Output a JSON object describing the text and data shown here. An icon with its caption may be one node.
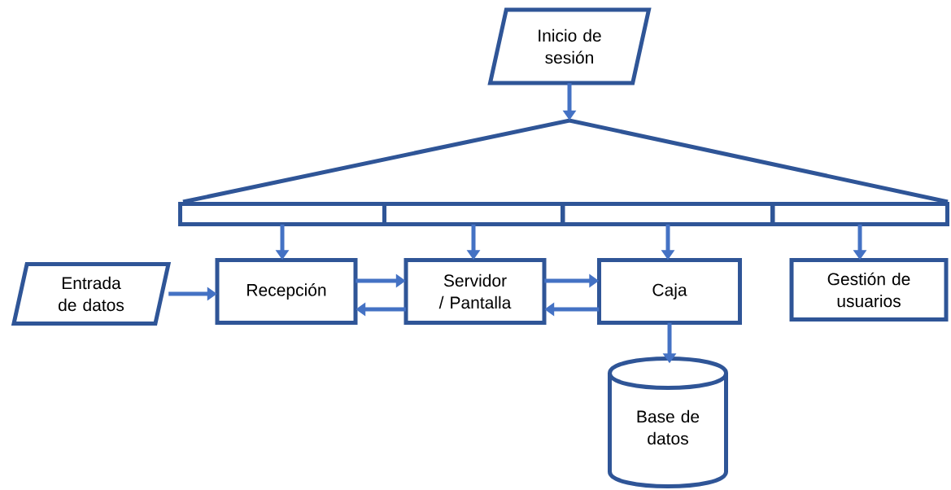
{
  "diagram": {
    "nodes": [
      {
        "text": [
          "Inicio de sesión"
        ]
      },
      {
        "text": [],
        "shape": "triangle"
      },
      {
        "text": [],
        "shape": "bar"
      },
      {
        "text": [],
        "shape": "bar"
      },
      {
        "text": [],
        "shape": "bar"
      },
      {
        "text": [],
        "shape": "bar"
      },
      {
        "text": [
          "Entrada de datos"
        ]
      },
      {
        "text": [
          "Recepción"
        ]
      },
      {
        "text": [
          "Servidor / Pantalla"
        ]
      },
      {
        "text": [
          "Caja"
        ]
      },
      {
        "text": [
          "Gestión de usuarios"
        ]
      },
      {
        "text": [
          "Base de datos"
        ]
      }
    ],
    "edges": [
      {
        "from": 0,
        "to": 1,
        "arrow": "to"
      },
      {
        "from": 2,
        "to": 7,
        "arrow": "to"
      },
      {
        "from": 3,
        "to": 8,
        "arrow": "to"
      },
      {
        "from": 4,
        "to": 9,
        "arrow": "to"
      },
      {
        "from": 5,
        "to": 10,
        "arrow": "to"
      },
      {
        "from": 6,
        "to": 7,
        "arrow": "to"
      },
      {
        "from": 7,
        "to": 8,
        "arrow": "to"
      },
      {
        "from": 8,
        "to": 7,
        "arrow": "to"
      },
      {
        "from": 8,
        "to": 9,
        "arrow": "to"
      },
      {
        "from": 9,
        "to": 8,
        "arrow": "to"
      },
      {
        "from": 9,
        "to": 11,
        "arrow": "to"
      }
    ]
  }
}
